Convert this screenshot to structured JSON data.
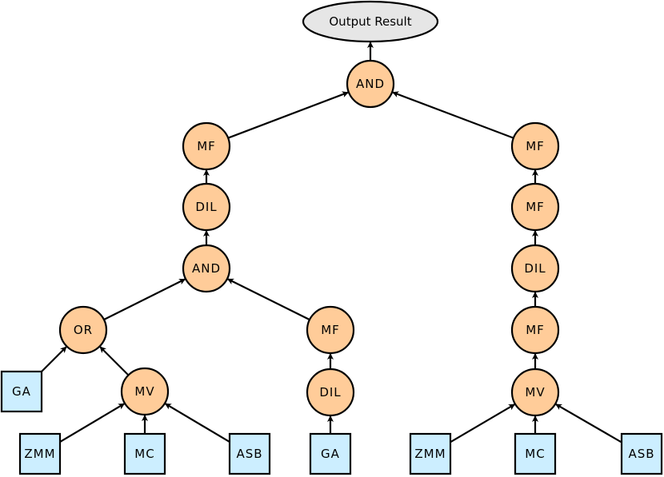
{
  "colors": {
    "operator_fill": "#ffcc99",
    "input_fill": "#cceeff",
    "output_fill": "#e6e6e6",
    "stroke": "#000000"
  },
  "output": {
    "id": "out",
    "label": "Output Result"
  },
  "operators": [
    {
      "id": "and_top",
      "label": "AND"
    },
    {
      "id": "mf_l1",
      "label": "MF"
    },
    {
      "id": "dil_l1",
      "label": "DIL"
    },
    {
      "id": "and_l",
      "label": "AND"
    },
    {
      "id": "or_l",
      "label": "OR"
    },
    {
      "id": "mv_l",
      "label": "MV"
    },
    {
      "id": "mf_l2",
      "label": "MF"
    },
    {
      "id": "dil_l2",
      "label": "DIL"
    },
    {
      "id": "mf_r1",
      "label": "MF"
    },
    {
      "id": "mf_r2",
      "label": "MF"
    },
    {
      "id": "dil_r",
      "label": "DIL"
    },
    {
      "id": "mf_r3",
      "label": "MF"
    },
    {
      "id": "mv_r",
      "label": "MV"
    }
  ],
  "inputs": [
    {
      "id": "ga_1",
      "label": "GA"
    },
    {
      "id": "zmm_l",
      "label": "ZMM"
    },
    {
      "id": "mc_l",
      "label": "MC"
    },
    {
      "id": "asb_l",
      "label": "ASB"
    },
    {
      "id": "ga_2",
      "label": "GA"
    },
    {
      "id": "zmm_r",
      "label": "ZMM"
    },
    {
      "id": "mc_r",
      "label": "MC"
    },
    {
      "id": "asb_r",
      "label": "ASB"
    }
  ],
  "edges": [
    [
      "and_top",
      "out"
    ],
    [
      "mf_l1",
      "and_top"
    ],
    [
      "mf_r1",
      "and_top"
    ],
    [
      "dil_l1",
      "mf_l1"
    ],
    [
      "and_l",
      "dil_l1"
    ],
    [
      "or_l",
      "and_l"
    ],
    [
      "mf_l2",
      "and_l"
    ],
    [
      "ga_1",
      "or_l"
    ],
    [
      "mv_l",
      "or_l"
    ],
    [
      "zmm_l",
      "mv_l"
    ],
    [
      "mc_l",
      "mv_l"
    ],
    [
      "asb_l",
      "mv_l"
    ],
    [
      "dil_l2",
      "mf_l2"
    ],
    [
      "ga_2",
      "dil_l2"
    ],
    [
      "mf_r2",
      "mf_r1"
    ],
    [
      "dil_r",
      "mf_r2"
    ],
    [
      "mf_r3",
      "dil_r"
    ],
    [
      "mv_r",
      "mf_r3"
    ],
    [
      "zmm_r",
      "mv_r"
    ],
    [
      "mc_r",
      "mv_r"
    ],
    [
      "asb_r",
      "mv_r"
    ]
  ]
}
